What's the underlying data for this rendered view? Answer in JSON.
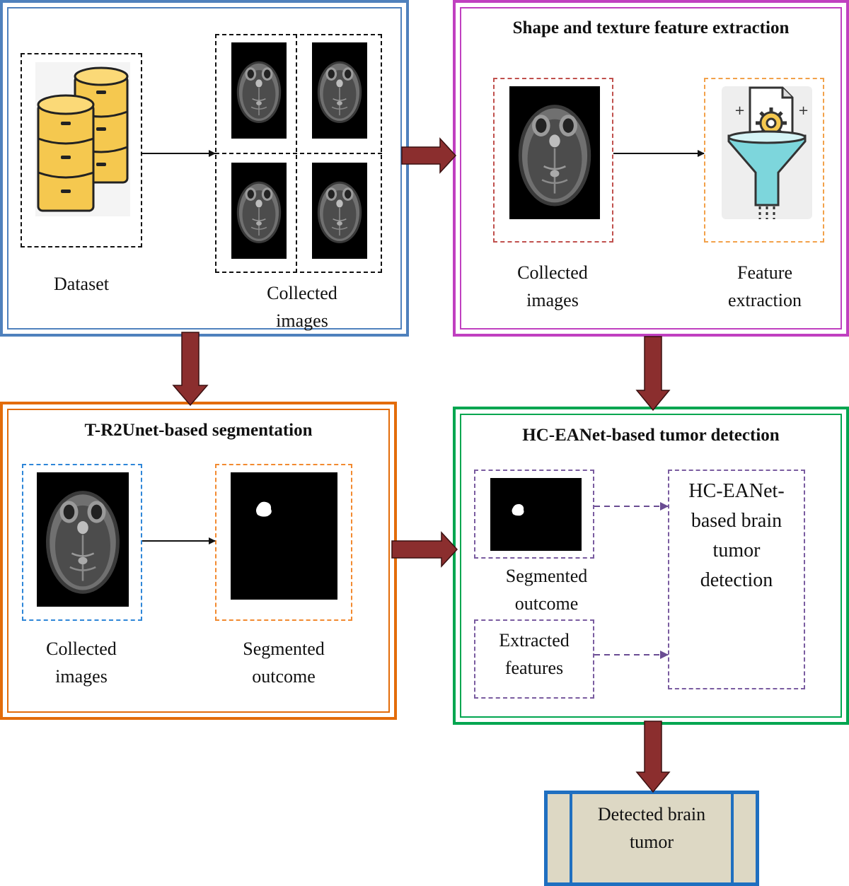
{
  "panel_data": {
    "title": "",
    "dataset_label": "Dataset",
    "collected_label": "Collected images"
  },
  "panel_feature": {
    "title": "Shape and texture feature extraction",
    "collected_label": "Collected images",
    "feature_label": "Feature extraction"
  },
  "panel_segmentation": {
    "title": "T-R2Unet-based segmentation",
    "collected_label": "Collected images",
    "segmented_label": "Segmented outcome"
  },
  "panel_detection": {
    "title": "HC-EANet-based tumor detection",
    "segmented_label": "Segmented outcome",
    "extracted_label": "Extracted features",
    "detector_label": "HC-EANet-based brain tumor detection"
  },
  "result": {
    "label": "Detected brain tumor"
  },
  "colors": {
    "panel_data_border": "#4f81bd",
    "panel_feature_border": "#c040c0",
    "panel_segmentation_border": "#e36c0a",
    "panel_detection_border": "#00a650",
    "result_border": "#1f6fc0",
    "result_fill": "#ddd8c4",
    "arrow_fill": "#8b2e2e",
    "dataset_icon": "#f5c84f"
  },
  "icons": {
    "dataset": "database-stack-icon",
    "feature": "funnel-gear-document-icon"
  }
}
